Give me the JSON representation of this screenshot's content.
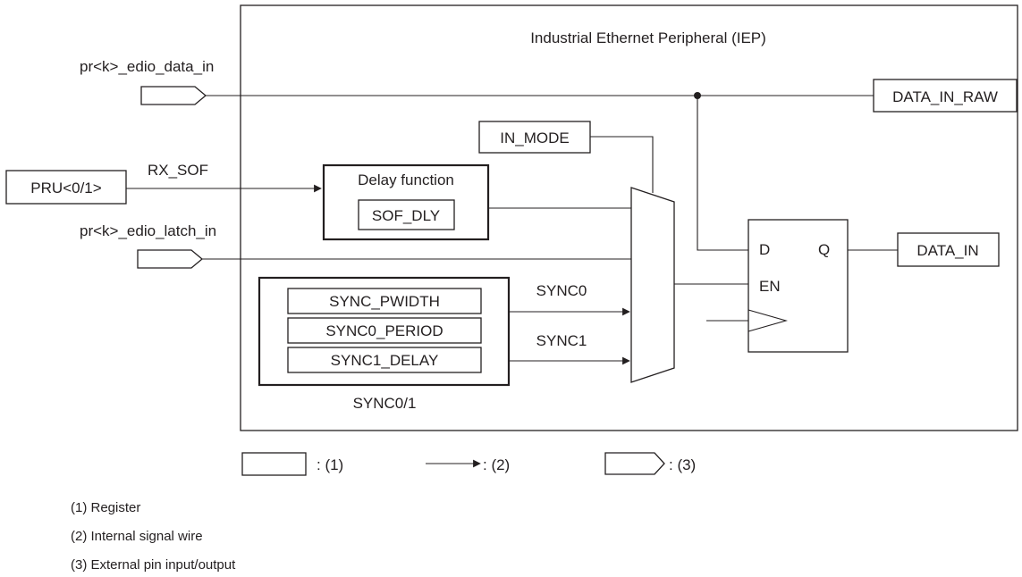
{
  "iep": {
    "title": "Industrial Ethernet Peripheral (IEP)"
  },
  "signals": {
    "data_in_pin": "pr<k>_edio_data_in",
    "latch_in_pin": "pr<k>_edio_latch_in",
    "rx_sof": "RX_SOF",
    "sync0": "SYNC0",
    "sync1": "SYNC1"
  },
  "blocks": {
    "pru": "PRU<0/1>",
    "data_in_raw": "DATA_IN_RAW",
    "in_mode": "IN_MODE",
    "delay_function": "Delay function",
    "sof_dly": "SOF_DLY",
    "data_in": "DATA_IN",
    "sync_regs": [
      "SYNC_PWIDTH",
      "SYNC0_PERIOD",
      "SYNC1_DELAY"
    ],
    "sync_group": "SYNC0/1"
  },
  "flipflop": {
    "d": "D",
    "q": "Q",
    "en": "EN"
  },
  "legend": {
    "register": ": (1)",
    "wire": ": (2)",
    "pin": ": (3)"
  },
  "notes": [
    "(1) Register",
    "(2) Internal signal wire",
    "(3) External pin input/output"
  ],
  "colors": {
    "ink": "#231f20",
    "background": "#ffffff"
  }
}
